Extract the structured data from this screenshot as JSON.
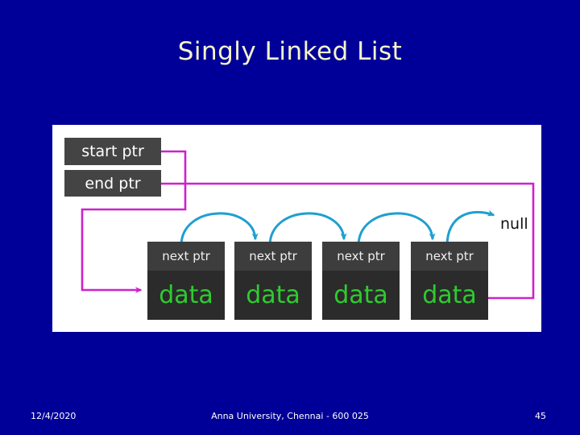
{
  "slide": {
    "background_color": "#000099",
    "title": "Singly Linked List",
    "title_color": "#f5f5c8"
  },
  "diagram": {
    "panel_background": "#ffffff",
    "pointer_line_color": "#cc22cc",
    "next_arrow_color": "#1f9fd0",
    "node_next_background": "#3d3d3d",
    "node_data_background": "#2b2b2b",
    "node_data_color": "#2ecc2e",
    "pointers": [
      {
        "label": "start ptr",
        "name": "start-ptr"
      },
      {
        "label": "end ptr",
        "name": "end-ptr"
      }
    ],
    "nodes": [
      {
        "next_label": "next ptr",
        "data_label": "data"
      },
      {
        "next_label": "next ptr",
        "data_label": "data"
      },
      {
        "next_label": "next ptr",
        "data_label": "data"
      },
      {
        "next_label": "next ptr",
        "data_label": "data"
      }
    ],
    "terminator_label": "null"
  },
  "footer": {
    "date": "12/4/2020",
    "center": "Anna University, Chennai - 600 025",
    "page_number": "45"
  }
}
